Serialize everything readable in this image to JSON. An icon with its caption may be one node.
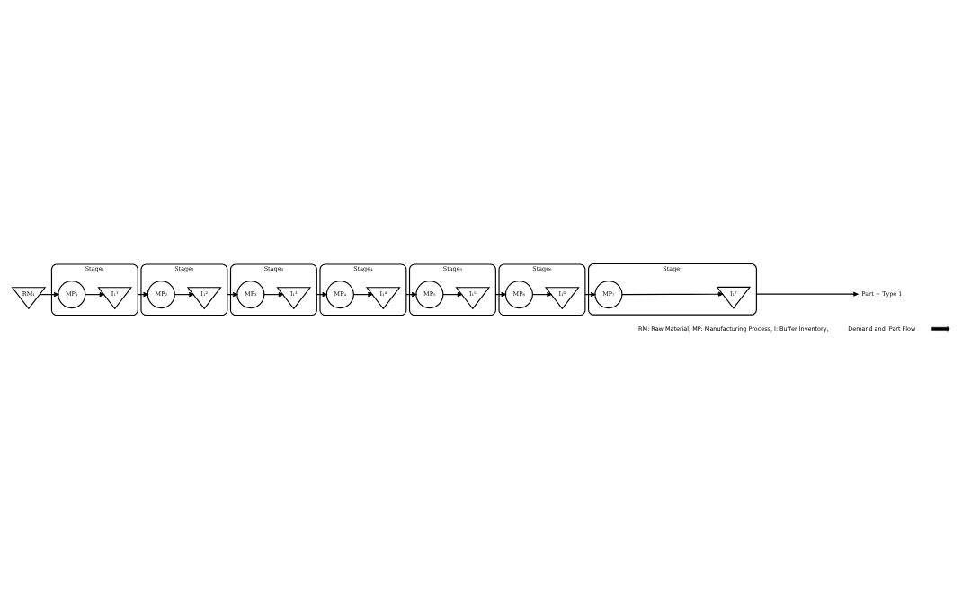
{
  "diagram": {
    "nodes": [
      {
        "text": [
          "RM₁"
        ]
      },
      {
        "text": [
          "Stage₁"
        ]
      },
      {
        "text": [
          "MP₁"
        ],
        "in": 1
      },
      {
        "text": [
          "I₁¹"
        ],
        "in": 1
      },
      {
        "text": [
          "Stage₂"
        ]
      },
      {
        "text": [
          "MP₂"
        ],
        "in": 4
      },
      {
        "text": [
          "I₁²"
        ],
        "in": 4
      },
      {
        "text": [
          "Stage₃"
        ]
      },
      {
        "text": [
          "MP₃"
        ],
        "in": 7
      },
      {
        "text": [
          "I₁³"
        ],
        "in": 7
      },
      {
        "text": [
          "Stage₄"
        ]
      },
      {
        "text": [
          "MP₄"
        ],
        "in": 10
      },
      {
        "text": [
          "I₁⁴"
        ],
        "in": 10
      },
      {
        "text": [
          "Stage₅"
        ]
      },
      {
        "text": [
          "MP₅"
        ],
        "in": 13
      },
      {
        "text": [
          "I₁⁵"
        ],
        "in": 13
      },
      {
        "text": [
          "Stage₆"
        ]
      },
      {
        "text": [
          "MP₆"
        ],
        "in": 16
      },
      {
        "text": [
          "I₁⁶"
        ],
        "in": 16
      },
      {
        "text": [
          "Stage₇"
        ]
      },
      {
        "text": [
          "MP₇"
        ],
        "in": 19
      },
      {
        "text": [
          "I₁⁷"
        ],
        "in": 19
      },
      {
        "text": [
          "Part − Type 1"
        ]
      }
    ],
    "edges": [
      {
        "from": 0,
        "to": 2,
        "arrow": "to"
      },
      {
        "from": 2,
        "to": 3,
        "arrow": "to"
      },
      {
        "from": 1,
        "to": 5,
        "arrow": "to"
      },
      {
        "from": 5,
        "to": 6,
        "arrow": "to"
      },
      {
        "from": 4,
        "to": 8,
        "arrow": "to"
      },
      {
        "from": 8,
        "to": 9,
        "arrow": "to"
      },
      {
        "from": 7,
        "to": 11,
        "arrow": "to"
      },
      {
        "from": 11,
        "to": 12,
        "arrow": "to"
      },
      {
        "from": 10,
        "to": 14,
        "arrow": "to"
      },
      {
        "from": 14,
        "to": 15,
        "arrow": "to"
      },
      {
        "from": 13,
        "to": 17,
        "arrow": "to"
      },
      {
        "from": 17,
        "to": 18,
        "arrow": "to"
      },
      {
        "from": 16,
        "to": 20,
        "arrow": "to"
      },
      {
        "from": 20,
        "to": 21,
        "arrow": "to"
      },
      {
        "from": 19,
        "to": 22,
        "arrow": "to"
      }
    ],
    "labels": [
      "RM: Raw Material, MP: Manufacturing Process, I: Buffer Inventory,"
    ],
    "legend": [
      {
        "text": "Demand and  Part Flow"
      }
    ]
  }
}
